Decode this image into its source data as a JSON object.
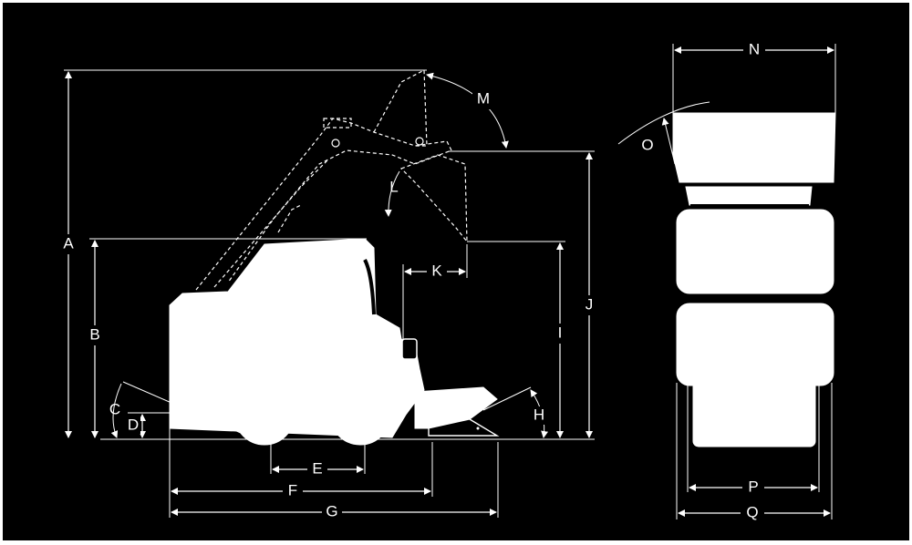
{
  "colors": {
    "background": "#000000",
    "frame": "#ffffff",
    "drawing": "#ffffff"
  },
  "labels": {
    "A": "A",
    "B": "B",
    "C": "C",
    "D": "D",
    "E": "E",
    "F": "F",
    "G": "G",
    "H": "H",
    "I": "I",
    "J": "J",
    "K": "K",
    "L": "L",
    "M": "M",
    "N": "N",
    "O": "O",
    "P": "P",
    "Q": "Q"
  }
}
